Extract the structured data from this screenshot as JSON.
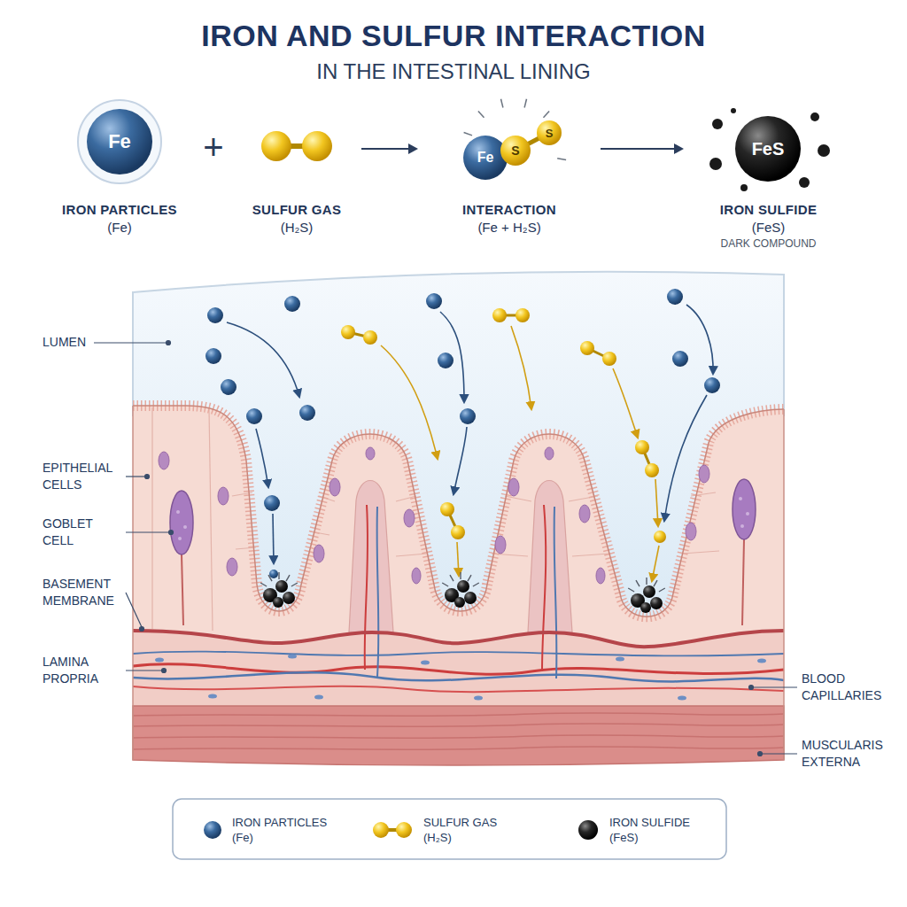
{
  "diagram": {
    "title": "IRON AND SULFUR INTERACTION",
    "nodes": [
      {
        "text": [
          "Fe",
          "IRON PARTICLES",
          "(Fe)"
        ]
      },
      {
        "text": [
          "SULFUR GAS",
          "(H₂S)"
        ]
      },
      {
        "text": [
          "Fe",
          "S",
          "S",
          "INTERACTION",
          "(Fe + H₂S)"
        ]
      },
      {
        "text": [
          "FeS",
          "IRON SULFIDE",
          "(FeS)",
          "DARK COMPOUND"
        ]
      }
    ],
    "edges": [
      {
        "from": 1,
        "to": 2,
        "arrow": "to"
      },
      {
        "from": 2,
        "to": 3,
        "arrow": "to"
      }
    ],
    "labels": [
      "IN THE INTESTINAL LINING",
      "+",
      "LUMEN",
      "EPITHELIAL CELLS",
      "GOBLET CELL",
      "BASEMENT MEMBRANE",
      "LAMINA PROPRIA",
      "BLOOD CAPILLARIES",
      "MUSCULARIS EXTERNA"
    ],
    "legend": [
      {
        "text": "IRON PARTICLES (Fe)"
      },
      {
        "text": "SULFUR GAS (H₂S)"
      },
      {
        "text": "IRON SULFIDE (FeS)"
      }
    ]
  }
}
